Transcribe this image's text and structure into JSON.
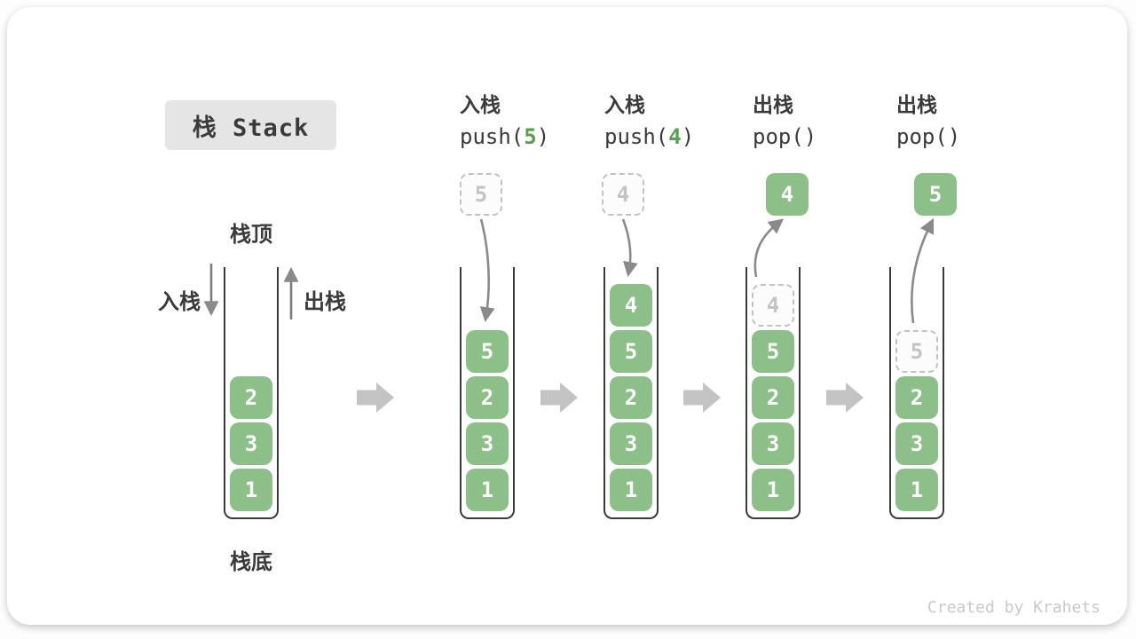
{
  "title": "栈 Stack",
  "watermark": "Created by Krahets",
  "side_labels": {
    "stack_top": "栈顶",
    "stack_bottom": "栈底",
    "push_label": "入栈",
    "pop_label": "出栈"
  },
  "colors": {
    "box_green": "#8dbf89",
    "accent_green": "#55a14e",
    "text_dark": "#3c3c3c",
    "arrow_gray": "#8a8a8a",
    "block_arrow_gray": "#c3c3c3",
    "ghost_border": "#c2c2c2",
    "ghost_text": "#c3c3c3",
    "title_bg": "#e5e5e5",
    "watermark_gray": "#c9c9c9",
    "tube_line": "#3a3a3a"
  },
  "stages": [
    {
      "name": "initial-stack",
      "cells": [
        {
          "v": "2"
        },
        {
          "v": "3"
        },
        {
          "v": "1"
        }
      ]
    },
    {
      "name": "push-5",
      "op_line1": "入栈",
      "code_pre": "push(",
      "code_arg": "5",
      "code_post": ")",
      "floating": {
        "v": "5",
        "kind": "dashed"
      },
      "cells": [
        {
          "v": "5"
        },
        {
          "v": "2"
        },
        {
          "v": "3"
        },
        {
          "v": "1"
        }
      ]
    },
    {
      "name": "push-4",
      "op_line1": "入栈",
      "code_pre": "push(",
      "code_arg": "4",
      "code_post": ")",
      "floating": {
        "v": "4",
        "kind": "dashed"
      },
      "cells": [
        {
          "v": "4"
        },
        {
          "v": "5"
        },
        {
          "v": "2"
        },
        {
          "v": "3"
        },
        {
          "v": "1"
        }
      ]
    },
    {
      "name": "pop-4",
      "op_line1": "出栈",
      "code_pre": "pop()",
      "code_arg": "",
      "code_post": "",
      "floating": {
        "v": "4",
        "kind": "solid"
      },
      "cells": [
        {
          "v": "4",
          "ghost": true
        },
        {
          "v": "5"
        },
        {
          "v": "2"
        },
        {
          "v": "3"
        },
        {
          "v": "1"
        }
      ]
    },
    {
      "name": "pop-5",
      "op_line1": "出栈",
      "code_pre": "pop()",
      "code_arg": "",
      "code_post": "",
      "floating": {
        "v": "5",
        "kind": "solid"
      },
      "cells": [
        {
          "v": "5",
          "ghost": true
        },
        {
          "v": "2"
        },
        {
          "v": "3"
        },
        {
          "v": "1"
        }
      ]
    }
  ]
}
